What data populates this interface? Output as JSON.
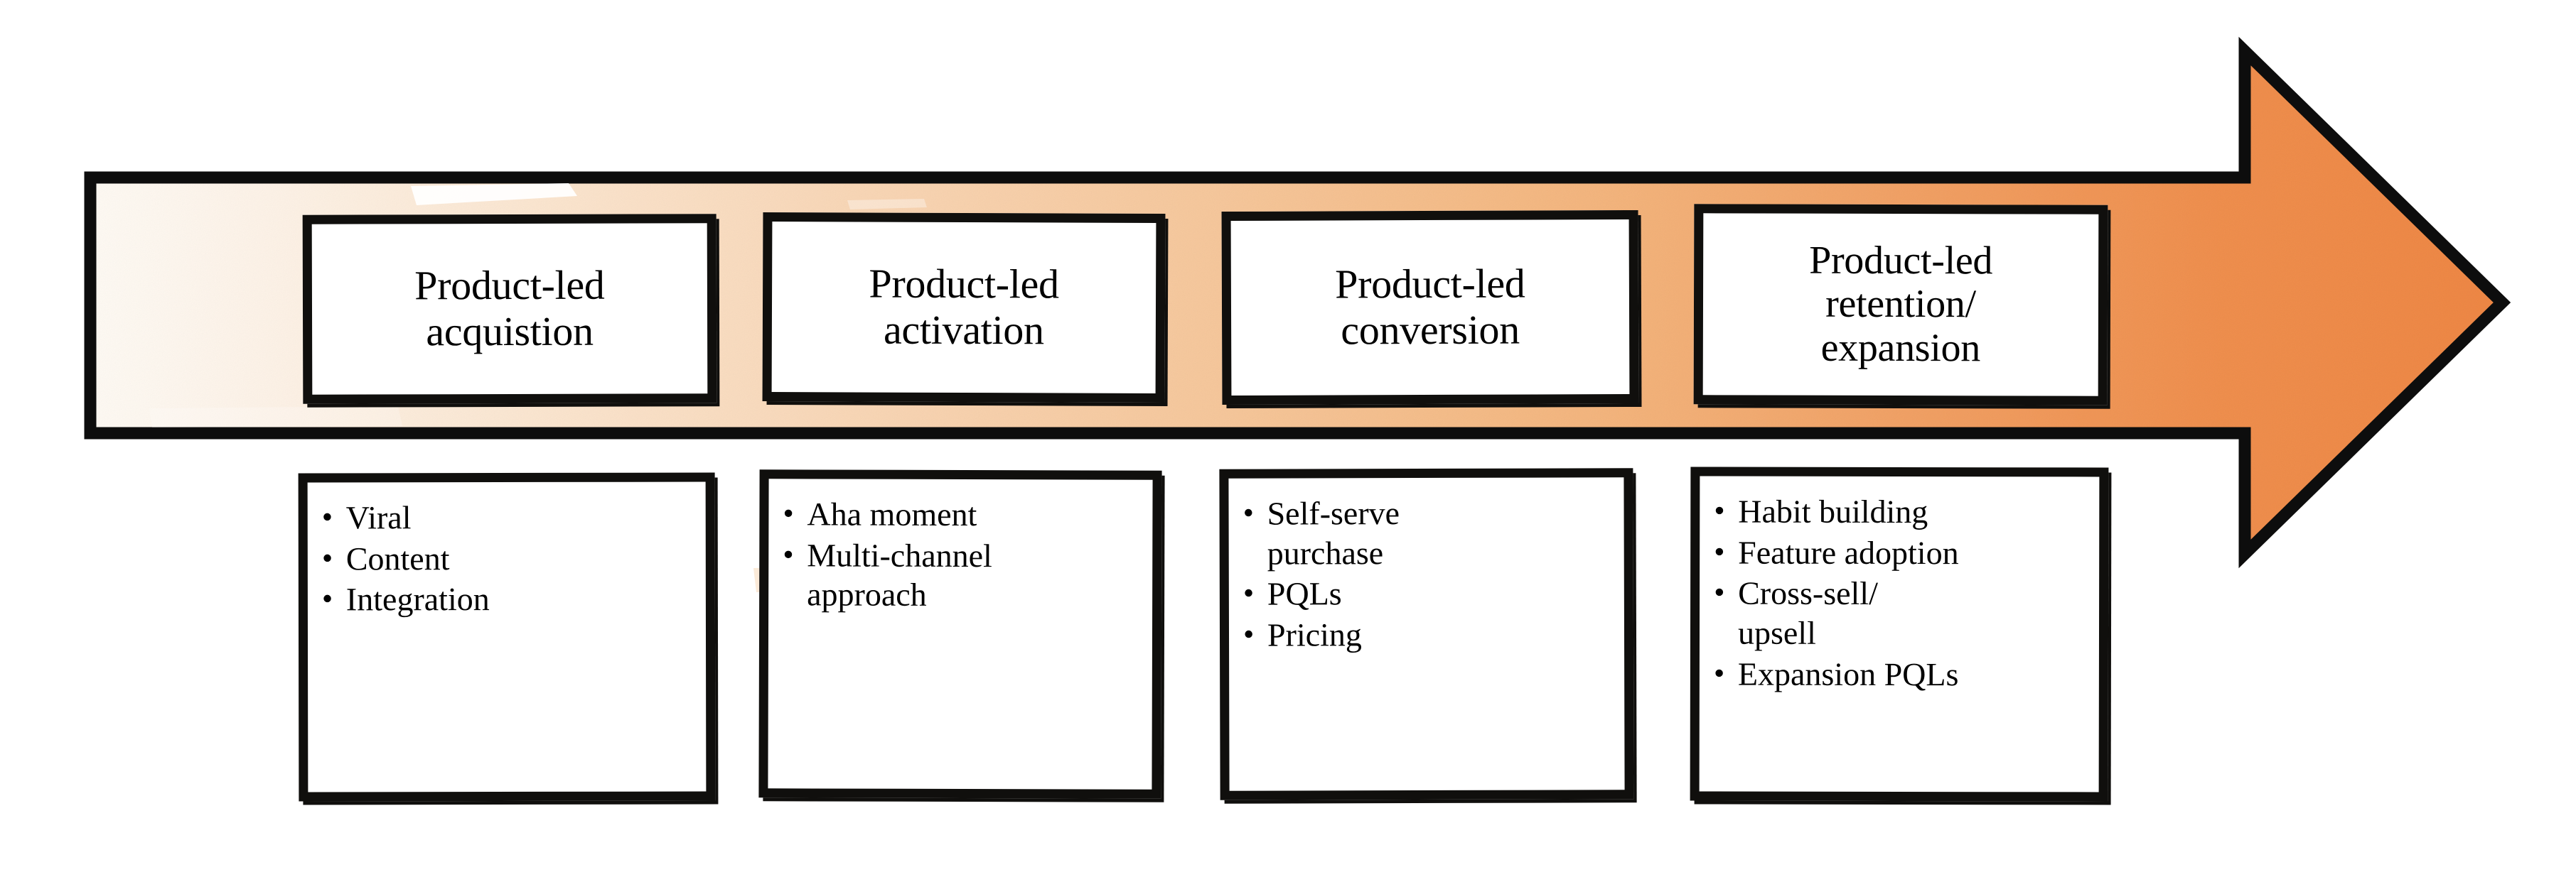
{
  "diagram": {
    "title_present": false,
    "arrow": {
      "name": "product-led-growth-funnel-arrow",
      "direction": "right",
      "gradient": {
        "from": "#fdf3e8",
        "mid": "#f6c79b",
        "to": "#ef8a46"
      },
      "outline_color": "#100f0d"
    },
    "stages": [
      {
        "id": "acquisition",
        "label": "Product-led\nacquistion",
        "bullets": [
          "Viral",
          "Content",
          "Integration"
        ]
      },
      {
        "id": "activation",
        "label": "Product-led\nactivation",
        "bullets": [
          "Aha moment",
          "Multi-channel\napproach"
        ]
      },
      {
        "id": "conversion",
        "label": "Product-led\nconversion",
        "bullets": [
          "Self-serve\npurchase",
          "PQLs",
          "Pricing"
        ]
      },
      {
        "id": "retention-expansion",
        "label": "Product-led\nretention/\nexpansion",
        "bullets": [
          "Habit building",
          "Feature adoption",
          "Cross-sell/\nupsell",
          "Expansion PQLs"
        ]
      }
    ],
    "bullet_glyph": "•"
  }
}
